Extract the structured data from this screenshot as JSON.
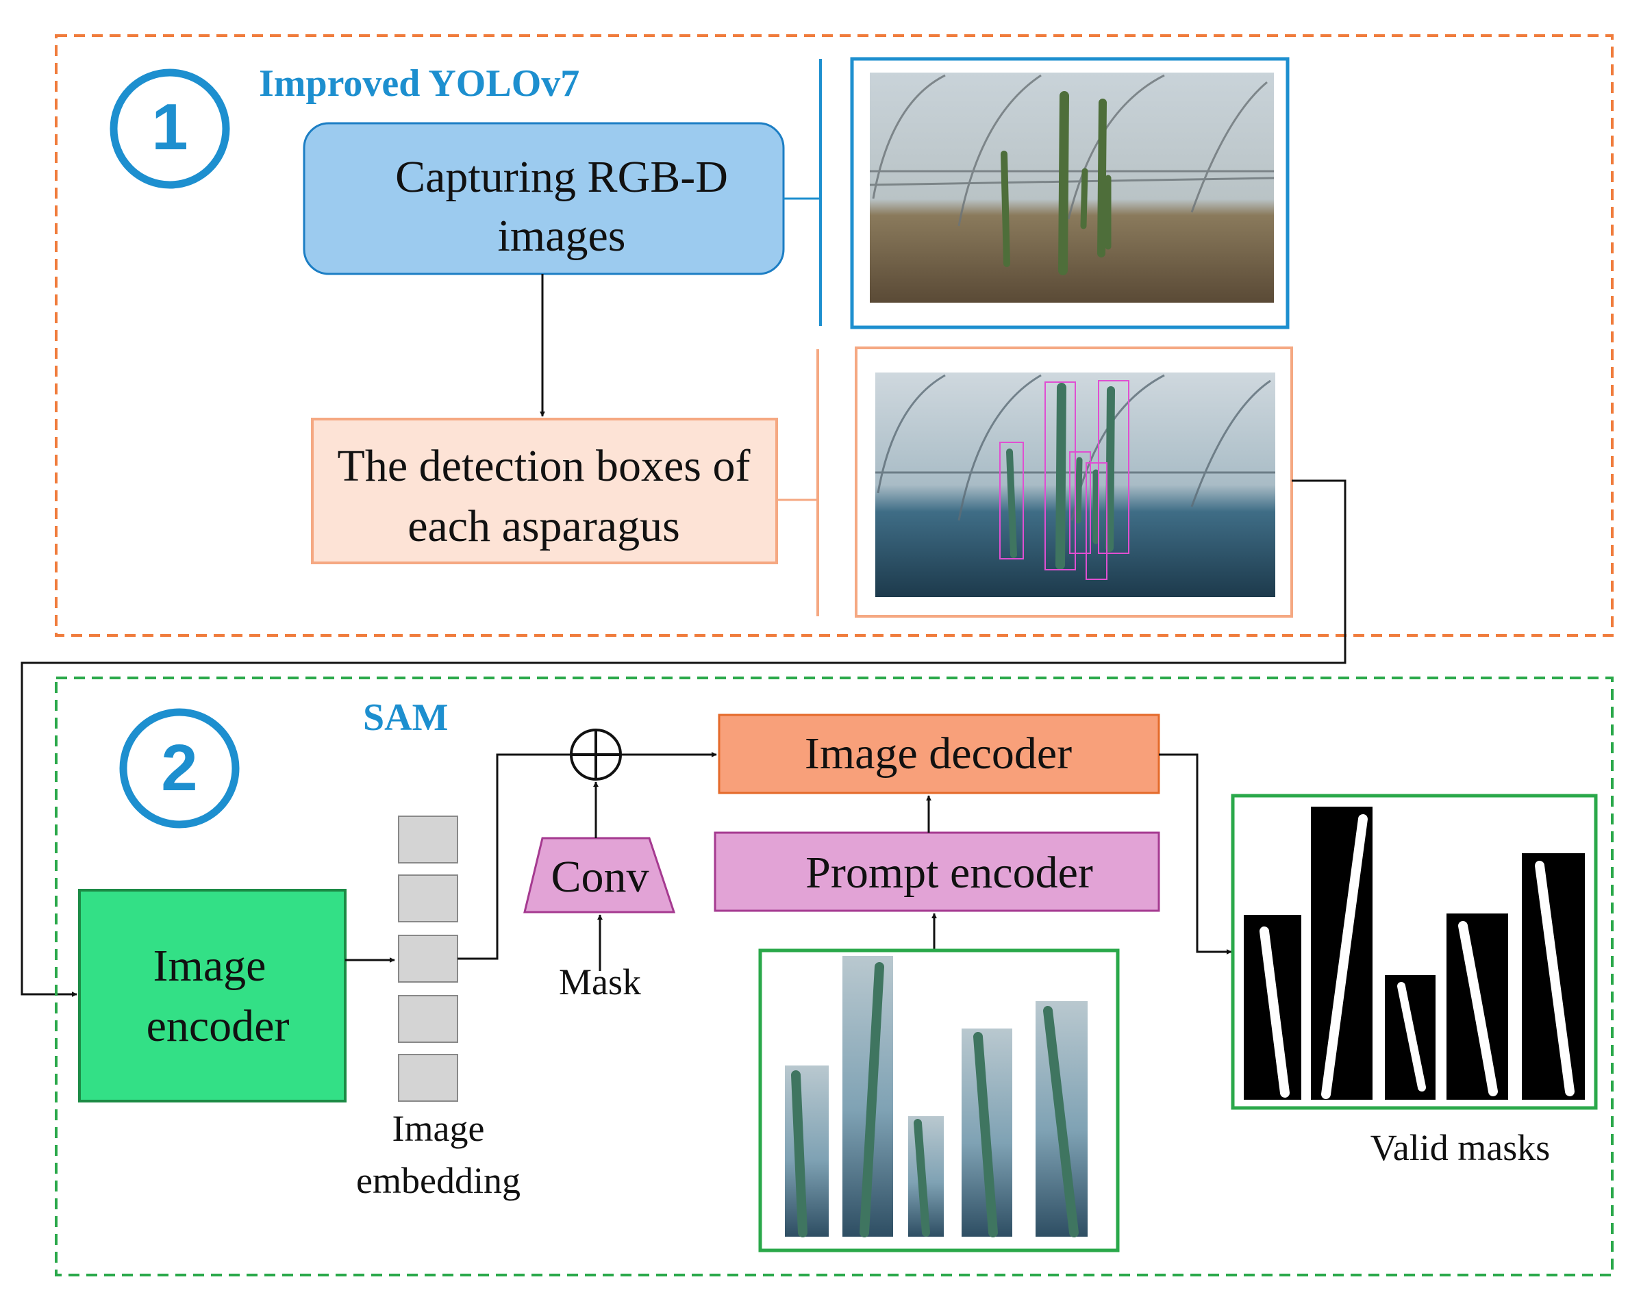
{
  "section1": {
    "number": "1",
    "title": "Improved YOLOv7",
    "capture_line1": "Capturing RGB-D",
    "capture_line2": "images",
    "detect_line1": "The detection boxes of",
    "detect_line2": "each asparagus"
  },
  "section2": {
    "number": "2",
    "title": "SAM",
    "image_encoder_line1": "Image",
    "image_encoder_line2": "encoder",
    "embedding_line1": "Image",
    "embedding_line2": "embedding",
    "conv": "Conv",
    "mask": "Mask",
    "image_decoder": "Image decoder",
    "prompt_encoder": "Prompt encoder",
    "valid_masks": "Valid masks"
  },
  "colors": {
    "section1_border": "#f07c3c",
    "section2_border": "#2aa84a",
    "title_blue": "#1d8fcf",
    "capture_fill": "#9ccbef",
    "capture_stroke": "#1c7ec4",
    "detect_fill": "#fde3d6",
    "detect_stroke": "#f5a882",
    "encoder_fill": "#33e086",
    "decoder_fill": "#f8a07a",
    "prompt_fill": "#e2a3d6",
    "embed_fill": "#d4d4d4"
  },
  "icons": [
    "circle-1-icon",
    "circle-2-icon",
    "plus-circle-icon"
  ]
}
